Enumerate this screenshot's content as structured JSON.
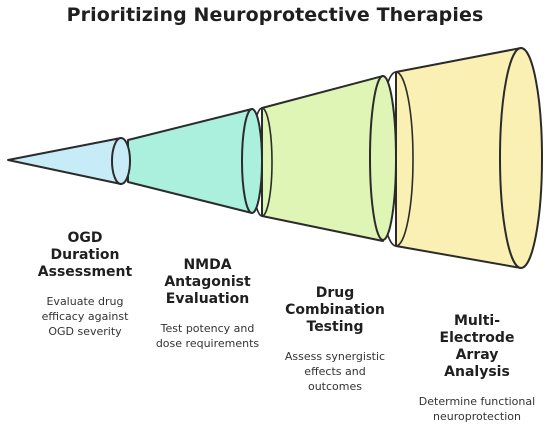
{
  "title": "Prioritizing Neuroprotective Therapies",
  "colors": {
    "stage1": "#c7ecf8",
    "stage2": "#aaf0dd",
    "stage3": "#dff5b5",
    "stage4": "#fbf0b3",
    "outline": "#2b2b2b"
  },
  "stages": [
    {
      "title_lines": [
        "OGD",
        "Duration",
        "Assessment"
      ],
      "desc_lines": [
        "Evaluate drug",
        "efficacy against",
        "OGD severity"
      ]
    },
    {
      "title_lines": [
        "NMDA",
        "Antagonist",
        "Evaluation"
      ],
      "desc_lines": [
        "Test potency and",
        "dose requirements"
      ]
    },
    {
      "title_lines": [
        "Drug",
        "Combination",
        "Testing"
      ],
      "desc_lines": [
        "Assess synergistic",
        "effects and",
        "outcomes"
      ]
    },
    {
      "title_lines": [
        "Multi-",
        "Electrode",
        "Array",
        "Analysis"
      ],
      "desc_lines": [
        "Determine functional",
        "neuroprotection"
      ]
    }
  ]
}
